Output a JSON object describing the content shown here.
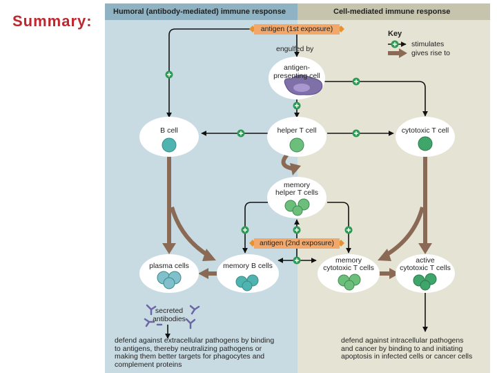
{
  "slide_title": "Summary:",
  "header": {
    "humoral": "Humoral (antibody-mediated) immune response",
    "cell_mediated": "Cell-mediated immune response"
  },
  "key": {
    "title": "Key",
    "stimulates": "stimulates",
    "gives_rise_to": "gives rise to"
  },
  "antigen_first": "antigen (1st exposure)",
  "antigen_second": "antigen (2nd exposure)",
  "engulfed_by": "engulfed by",
  "nodes": {
    "apc_line1": "antigen-",
    "apc_line2": "presenting cell",
    "b_cell": "B cell",
    "helper_t": "helper T cell",
    "cytotoxic_t": "cytotoxic T cell",
    "memory_helper_line1": "memory",
    "memory_helper_line2": "helper T cells",
    "plasma_cells": "plasma cells",
    "memory_b": "memory B cells",
    "memory_cyto_line1": "memory",
    "memory_cyto_line2": "cytotoxic T cells",
    "active_cyto_line1": "active",
    "active_cyto_line2": "cytotoxic T cells"
  },
  "secreted_line1": "secreted",
  "secreted_line2": "antibodies",
  "descriptions": {
    "humoral": [
      "defend against extracellular pathogens by binding",
      "to antigens, thereby neutralizing pathogens or",
      "making them better targets for phagocytes and",
      "complement proteins"
    ],
    "cell_mediated": [
      "defend against intracellular pathogens",
      "and cancer by binding to and initiating",
      "apoptosis in infected cells or cancer cells"
    ]
  },
  "colors": {
    "left_panel": "#c8dbe2",
    "right_panel": "#e5e3d3",
    "antigen_tag": "#f1a86a",
    "stimulates_badge": "#2e9a55",
    "gives_rise_arrow": "#8a6a55",
    "title_red": "#c0262d"
  }
}
